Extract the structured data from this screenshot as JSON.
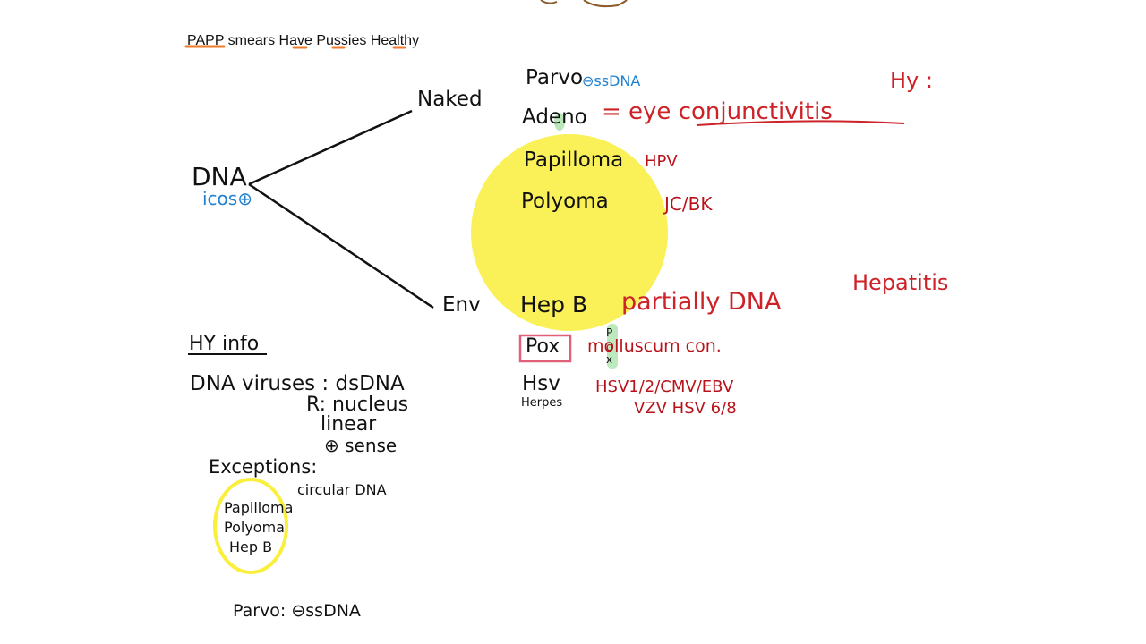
{
  "mnemonic": {
    "text": "PAPP smears Have Pussies Healthy"
  },
  "tree": {
    "root": "DNA",
    "root_note": "icos⊕",
    "branch_naked": "Naked",
    "branch_env": "Env"
  },
  "viruses": [
    {
      "name": "Parvo",
      "note": "⊖ssDNA"
    },
    {
      "name": "Adeno",
      "note": "= eye conjunctivitis"
    },
    {
      "name": "Papilloma",
      "note": "HPV"
    },
    {
      "name": "Polyoma",
      "note": "JC/BK"
    },
    {
      "name": "Hep B",
      "note": "partially DNA"
    },
    {
      "name": "Pox",
      "note": "molluscum con."
    },
    {
      "name": "Hsv",
      "sub": "Herpes",
      "note_line1": "HSV1/2/CMV/EBV",
      "note_line2": "VZV HSV 6/8"
    }
  ],
  "side_notes": {
    "hy": "Hy :",
    "hepatitis": "Hepatitis",
    "pox_letters": [
      "P",
      "o",
      "x"
    ]
  },
  "hy_info": {
    "heading": "HY info",
    "line1": "DNA viruses : dsDNA",
    "line2": "R: nucleus",
    "line3": "linear",
    "line4": "⊕ sense",
    "exceptions": "Exceptions:",
    "circular": "circular DNA",
    "circle_items": [
      "Papilloma",
      "Polyoma",
      "Hep B"
    ],
    "parvo": "Parvo: ⊖ssDNA"
  },
  "colors": {
    "ink": "#111111",
    "blue": "#1f7fd0",
    "red": "#cc2228",
    "highlight_yellow": "#f9ef3c",
    "underline_orange": "#ef7a2a",
    "highlight_green": "#a8e0a8"
  }
}
